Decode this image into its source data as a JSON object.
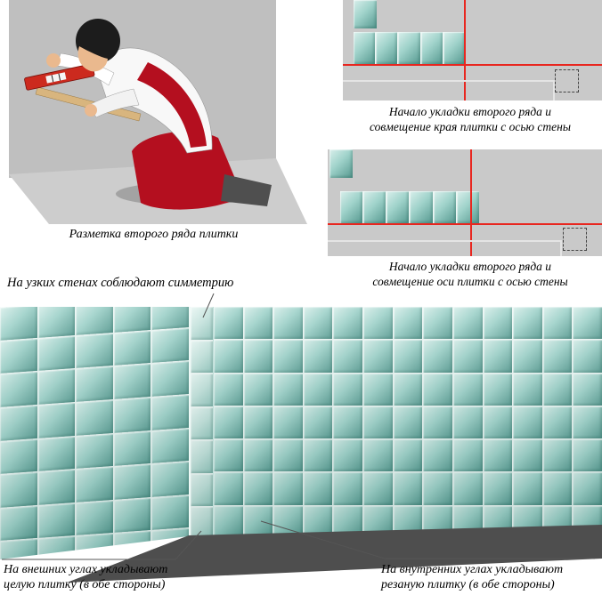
{
  "captions": {
    "marking": "Разметка второго ряда плитки",
    "symmetry": "На узких стенах соблюдают симметрию",
    "outer_line1": "На внешних углах укладывают",
    "outer_line2": "целую плитку (в обе стороны)",
    "inner_line1": "На внутренних углах укладывают",
    "inner_line2": "резаную плитку (в обе стороны)"
  },
  "diagrams": {
    "d1": {
      "caption": [
        "Начало укладки второго ряда и",
        "совмещение края плитки с осью стены"
      ],
      "row": {
        "rows": 1,
        "cols": 5
      }
    },
    "d2": {
      "caption": [
        "Начало укладки второго ряда и",
        "совмещение оси плитки с осью стены"
      ],
      "row": {
        "rows": 1,
        "cols": 6
      }
    }
  },
  "room": {
    "left_wall": {
      "rows": 8,
      "cols": 5
    },
    "corner_column": {
      "rows": 7,
      "cols": 1
    },
    "main_wall": {
      "rows": 7,
      "cols": 13
    }
  },
  "colors": {
    "tile_light": "#d9efeb",
    "tile_mid": "#9fd2ca",
    "tile_dark": "#55988f",
    "grout": "#eef7f5",
    "panel_gray": "#c9c9c9",
    "wall_gray": "#bfbfbf",
    "floor_light_gray": "#cdcdcd",
    "floor_dark": "#4e4e4e",
    "red_line": "#e8261f",
    "overall_red": "#b40f1f",
    "leader": "#555555"
  }
}
